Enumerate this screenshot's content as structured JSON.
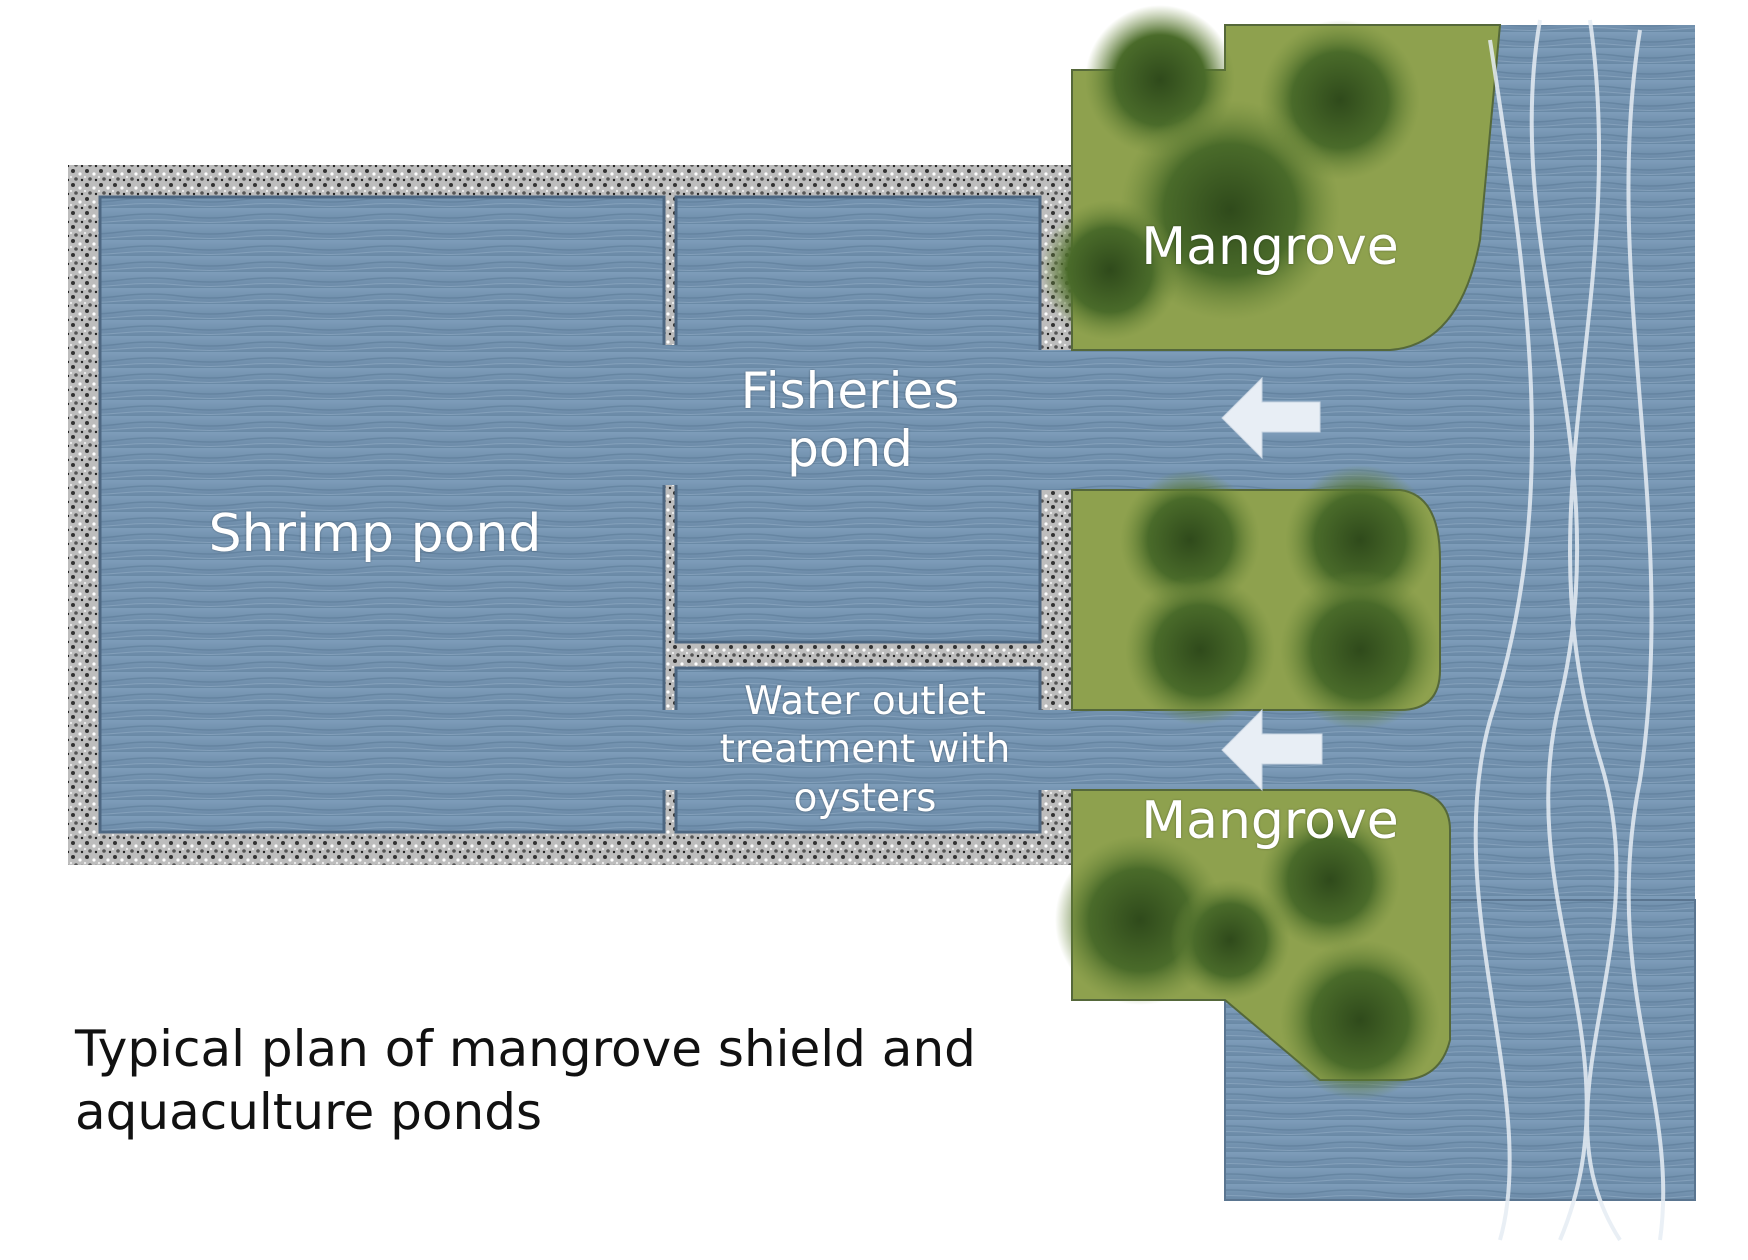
{
  "labels": {
    "shrimp_pond": "Shrimp pond",
    "fisheries_pond": [
      "Fisheries",
      "pond"
    ],
    "water_outlet": [
      "Water outlet",
      "treatment with",
      "oysters"
    ],
    "mangrove_top": "Mangrove",
    "mangrove_bottom": "Mangrove"
  },
  "caption": [
    "Typical plan of mangrove shield and",
    "aquaculture ponds"
  ],
  "colors": {
    "water": "#6f8fac",
    "water_light": "#8aa8c4",
    "gravel": "#8c8c8c",
    "mangrove_grass": "#8ea14e",
    "mangrove_tree": "#3f5d25",
    "arrow": "#e8eef5",
    "river_line": "#e6edf4",
    "caption_text": "#111111"
  },
  "icons": [
    "flow-arrow-icon"
  ]
}
